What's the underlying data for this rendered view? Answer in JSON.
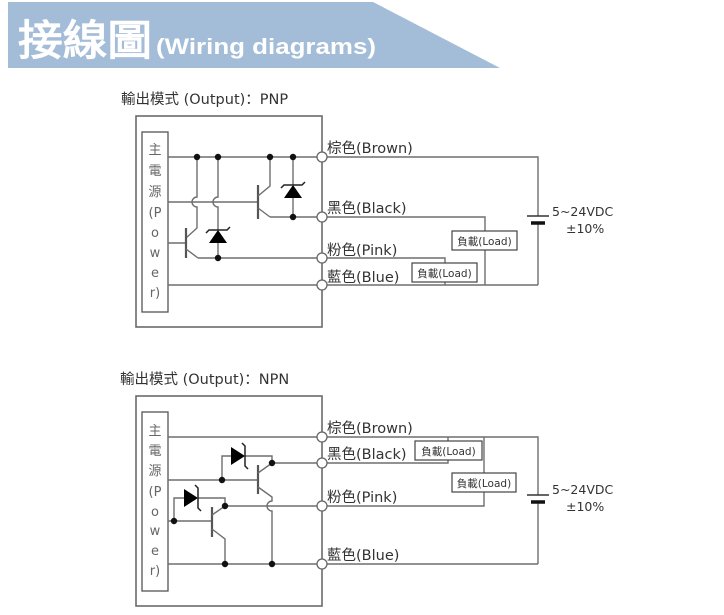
{
  "header": {
    "title_zh": "接線圖",
    "title_en": "(Wiring diagrams)"
  },
  "colors": {
    "banner": "#a3bcd7",
    "banner_text": "#ffffff",
    "wire": "#6e6e6e",
    "text": "#333333",
    "junction": "#111111"
  },
  "diagrams": [
    {
      "output_type": "PNP",
      "mode_label": "輸出模式 (Output)：PNP",
      "power_label": [
        "主",
        "電",
        "源",
        "(P",
        "o",
        "w",
        "e",
        "r)"
      ],
      "wires": {
        "brown": "棕色(Brown)",
        "black": "黑色(Black)",
        "pink": "粉色(Pink)",
        "blue": "藍色(Blue)"
      },
      "loads": [
        "負載(Load)",
        "負載(Load)"
      ],
      "supply": {
        "voltage": "5~24VDC",
        "tolerance": "±10%"
      }
    },
    {
      "output_type": "NPN",
      "mode_label": "輸出模式 (Output)：NPN",
      "power_label": [
        "主",
        "電",
        "源",
        "(P",
        "o",
        "w",
        "e",
        "r)"
      ],
      "wires": {
        "brown": "棕色(Brown)",
        "black": "黑色(Black)",
        "pink": "粉色(Pink)",
        "blue": "藍色(Blue)"
      },
      "loads": [
        "負載(Load)",
        "負載(Load)"
      ],
      "supply": {
        "voltage": "5~24VDC",
        "tolerance": "±10%"
      }
    }
  ]
}
